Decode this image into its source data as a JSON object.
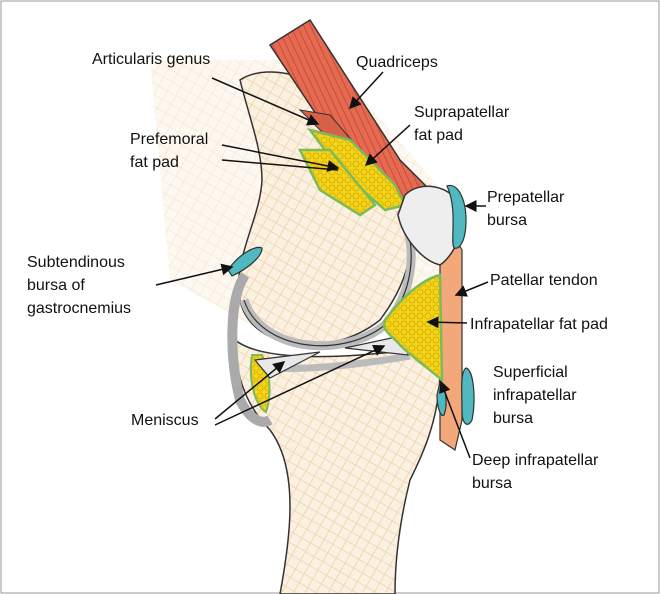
{
  "labels": {
    "articularis_genus": "Articularis genus",
    "quadriceps": "Quadriceps",
    "suprapatellar_1": "Suprapatellar",
    "suprapatellar_2": "fat pad",
    "prefemoral_1": "Prefemoral",
    "prefemoral_2": "fat pad",
    "prepatellar_1": "Prepatellar",
    "prepatellar_2": "bursa",
    "subtendinous_1": "Subtendinous",
    "subtendinous_2": "bursa of",
    "subtendinous_3": "gastrocnemius",
    "patellar_tendon": "Patellar tendon",
    "infrapatellar_fat_pad": "Infrapatellar fat pad",
    "superficial_1": "Superficial",
    "superficial_2": "infrapatellar",
    "superficial_3": "bursa",
    "meniscus": "Meniscus",
    "deep_1": "Deep infrapatellar",
    "deep_2": "bursa"
  },
  "colors": {
    "muscle": "#e0604a",
    "bone": "#f7ecd8",
    "hatch": "#f0c890",
    "fat": "#f2d41a",
    "bursa": "#4fb8c0",
    "cartilage": "#d8d8d8",
    "synovium": "#8cc870",
    "tendon": "#f0a070"
  }
}
